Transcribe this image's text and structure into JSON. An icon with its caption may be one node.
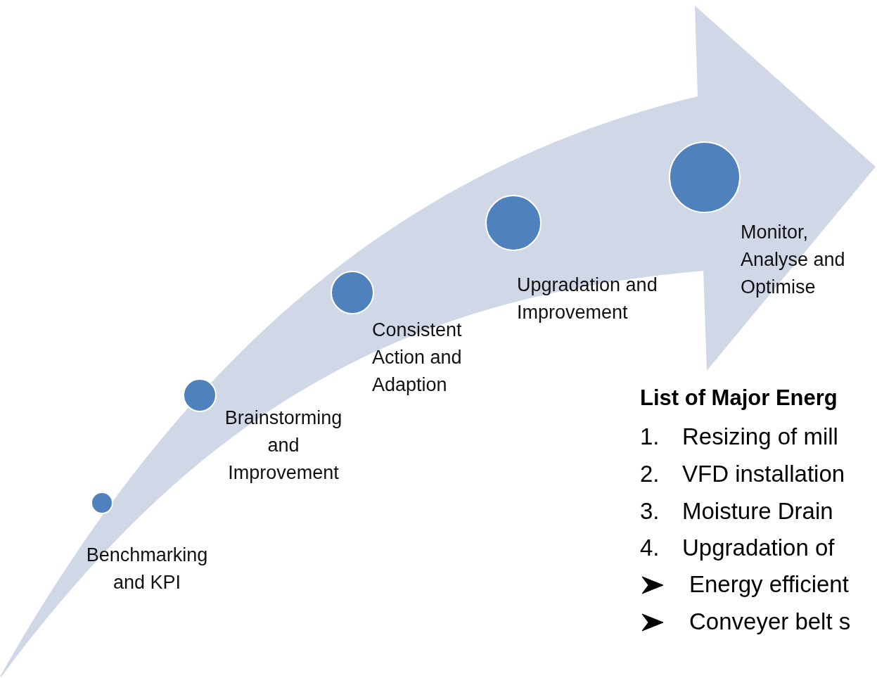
{
  "diagram": {
    "nodes": [
      {
        "text": [],
        "shape": "circle",
        "beside": [
          "Benchmarking and KPI"
        ]
      },
      {
        "text": [],
        "shape": "circle",
        "beside": [
          "Brainstorming and Improvement"
        ]
      },
      {
        "text": [],
        "shape": "circle",
        "beside": [
          "Consistent Action and Adaption"
        ]
      },
      {
        "text": [],
        "shape": "circle",
        "beside": [
          "Upgradation and Improvement"
        ]
      },
      {
        "text": [],
        "shape": "circle",
        "beside": [
          "Monitor, Analyse and Optimise"
        ]
      }
    ],
    "edges": [],
    "labels": [
      "List of Major Energ",
      "1.",
      "Resizing of mill",
      "2.",
      "VFD installation",
      "3.",
      "Moisture Drain",
      "4.",
      "Upgradation of",
      "Energy efficient",
      "Conveyer belt s"
    ]
  }
}
